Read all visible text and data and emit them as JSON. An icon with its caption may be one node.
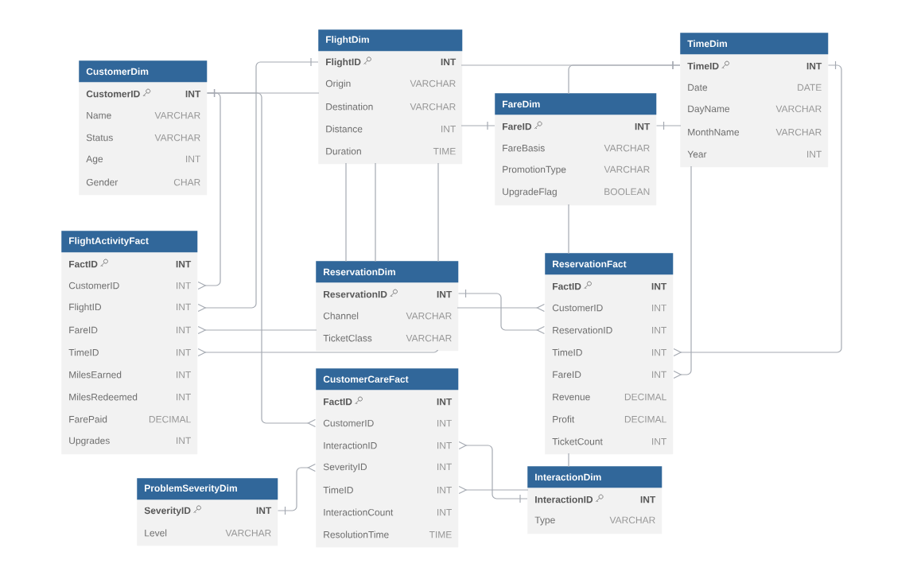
{
  "diagram": {
    "nodes": [
      {
        "text": [
          "CustomerDim"
        ]
      },
      {
        "text": [
          "CustomerID",
          "INT"
        ],
        "in": 0
      },
      {
        "text": [
          "Name",
          "VARCHAR"
        ],
        "in": 0
      },
      {
        "text": [
          "Status",
          "VARCHAR"
        ],
        "in": 0
      },
      {
        "text": [
          "Age",
          "INT"
        ],
        "in": 0
      },
      {
        "text": [
          "Gender",
          "CHAR"
        ],
        "in": 0
      },
      {
        "text": [
          "FlightDim"
        ]
      },
      {
        "text": [
          "FlightID",
          "INT"
        ],
        "in": 6
      },
      {
        "text": [
          "Origin",
          "VARCHAR"
        ],
        "in": 6
      },
      {
        "text": [
          "Destination",
          "VARCHAR"
        ],
        "in": 6
      },
      {
        "text": [
          "Distance",
          "INT"
        ],
        "in": 6
      },
      {
        "text": [
          "Duration",
          "TIME"
        ],
        "in": 6
      },
      {
        "text": [
          "FareDim"
        ]
      },
      {
        "text": [
          "FareID",
          "INT"
        ],
        "in": 12
      },
      {
        "text": [
          "FareBasis",
          "VARCHAR"
        ],
        "in": 12
      },
      {
        "text": [
          "PromotionType",
          "VARCHAR"
        ],
        "in": 12
      },
      {
        "text": [
          "UpgradeFlag",
          "BOOLEAN"
        ],
        "in": 12
      },
      {
        "text": [
          "TimeDim"
        ]
      },
      {
        "text": [
          "TimeID",
          "INT"
        ],
        "in": 17
      },
      {
        "text": [
          "Date",
          "DATE"
        ],
        "in": 17
      },
      {
        "text": [
          "DayName",
          "VARCHAR"
        ],
        "in": 17
      },
      {
        "text": [
          "MonthName",
          "VARCHAR"
        ],
        "in": 17
      },
      {
        "text": [
          "Year",
          "INT"
        ],
        "in": 17
      },
      {
        "text": [
          "FlightActivityFact"
        ]
      },
      {
        "text": [
          "FactID",
          "INT"
        ],
        "in": 23
      },
      {
        "text": [
          "CustomerID",
          "INT"
        ],
        "in": 23
      },
      {
        "text": [
          "FlightID",
          "INT"
        ],
        "in": 23
      },
      {
        "text": [
          "FareID",
          "INT"
        ],
        "in": 23
      },
      {
        "text": [
          "TimeID",
          "INT"
        ],
        "in": 23
      },
      {
        "text": [
          "MilesEarned",
          "INT"
        ],
        "in": 23
      },
      {
        "text": [
          "MilesRedeemed",
          "INT"
        ],
        "in": 23
      },
      {
        "text": [
          "FarePaid",
          "DECIMAL"
        ],
        "in": 23
      },
      {
        "text": [
          "Upgrades",
          "INT"
        ],
        "in": 23
      },
      {
        "text": [
          "ReservationDim"
        ]
      },
      {
        "text": [
          "ReservationID",
          "INT"
        ],
        "in": 33
      },
      {
        "text": [
          "Channel",
          "VARCHAR"
        ],
        "in": 33
      },
      {
        "text": [
          "TicketClass",
          "VARCHAR"
        ],
        "in": 33
      },
      {
        "text": [
          "ReservationFact"
        ]
      },
      {
        "text": [
          "FactID",
          "INT"
        ],
        "in": 37
      },
      {
        "text": [
          "CustomerID",
          "INT"
        ],
        "in": 37
      },
      {
        "text": [
          "ReservationID",
          "INT"
        ],
        "in": 37
      },
      {
        "text": [
          "TimeID",
          "INT"
        ],
        "in": 37
      },
      {
        "text": [
          "FareID",
          "INT"
        ],
        "in": 37
      },
      {
        "text": [
          "Revenue",
          "DECIMAL"
        ],
        "in": 37
      },
      {
        "text": [
          "Profit",
          "DECIMAL"
        ],
        "in": 37
      },
      {
        "text": [
          "TicketCount",
          "INT"
        ],
        "in": 37
      },
      {
        "text": [
          "ProblemSeverityDim"
        ]
      },
      {
        "text": [
          "SeverityID",
          "INT"
        ],
        "in": 46
      },
      {
        "text": [
          "Level",
          "VARCHAR"
        ],
        "in": 46
      },
      {
        "text": [
          "CustomerCareFact"
        ]
      },
      {
        "text": [
          "FactID",
          "INT"
        ],
        "in": 49
      },
      {
        "text": [
          "CustomerID",
          "INT"
        ],
        "in": 49
      },
      {
        "text": [
          "InteractionID",
          "INT"
        ],
        "in": 49
      },
      {
        "text": [
          "SeverityID",
          "INT"
        ],
        "in": 49
      },
      {
        "text": [
          "TimeID",
          "INT"
        ],
        "in": 49
      },
      {
        "text": [
          "InteractionCount",
          "INT"
        ],
        "in": 49
      },
      {
        "text": [
          "ResolutionTime",
          "TIME"
        ],
        "in": 49
      },
      {
        "text": [
          "InteractionDim"
        ]
      },
      {
        "text": [
          "InteractionID",
          "INT"
        ],
        "in": 57
      },
      {
        "text": [
          "Type",
          "VARCHAR"
        ],
        "in": 57
      }
    ],
    "edges": [
      {
        "from": 1,
        "to": 25,
        "arrow": "other"
      },
      {
        "from": 1,
        "to": 51,
        "arrow": "other"
      },
      {
        "from": 1,
        "to": 39,
        "arrow": "other"
      },
      {
        "from": 7,
        "to": 26,
        "arrow": "other"
      },
      {
        "from": 13,
        "to": 27,
        "arrow": "other"
      },
      {
        "from": 18,
        "to": 28,
        "arrow": "other"
      },
      {
        "from": 34,
        "to": 40,
        "arrow": "other"
      },
      {
        "from": 18,
        "to": 41,
        "arrow": "other"
      },
      {
        "from": 13,
        "to": 42,
        "arrow": "other"
      },
      {
        "from": 18,
        "to": 54,
        "arrow": "other"
      },
      {
        "from": 58,
        "to": 52,
        "arrow": "other"
      },
      {
        "from": 47,
        "to": 53,
        "arrow": "other"
      }
    ]
  }
}
